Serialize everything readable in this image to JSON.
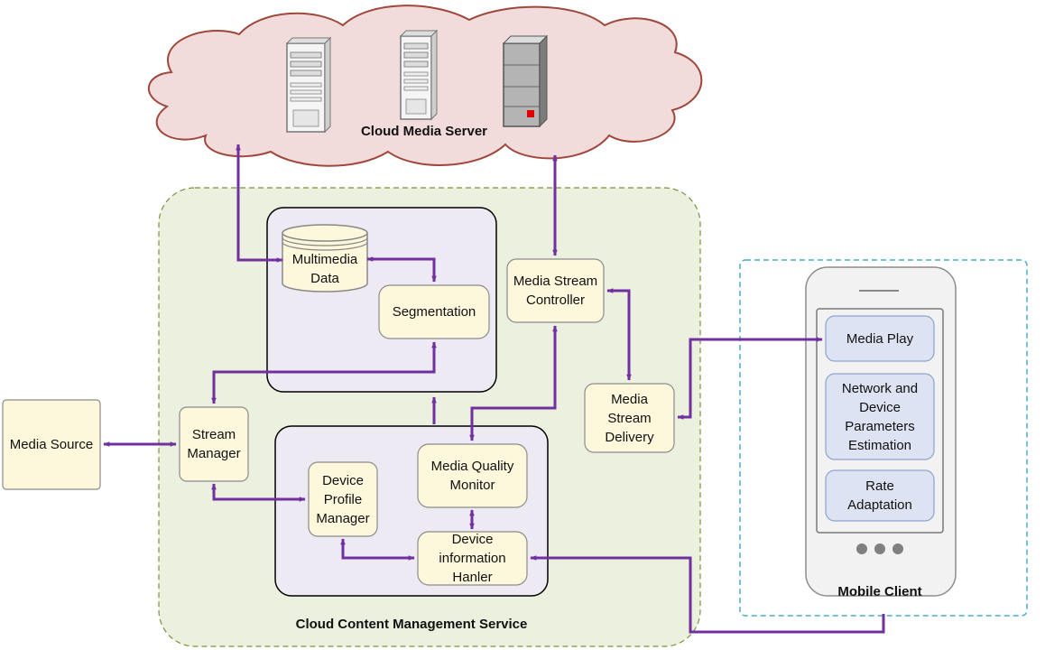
{
  "titles": {
    "cloud_server": "Cloud Media Server",
    "management_service": "Cloud Content Management Service",
    "mobile_client": "Mobile Client"
  },
  "nodes": {
    "media_source": "Media Source",
    "stream_manager": "Stream\nManager",
    "multimedia_data": "Multimedia\nData",
    "segmentation": "Segmentation",
    "media_stream_controller": "Media Stream\nController",
    "media_stream_delivery": "Media\nStream\nDelivery",
    "media_quality_monitor": "Media Quality\nMonitor",
    "device_profile_manager": "Device\nProfile\nManager",
    "device_information_handler": "Device\ninformation\nHanler",
    "media_play": "Media Play",
    "network_estimation": "Network and\nDevice\nParameters\nEstimation",
    "rate_adaptation": "Rate\nAdaptation"
  },
  "colors": {
    "arrow": "#7030a0",
    "cloud_fill": "#f2dcdb",
    "cloud_stroke": "#a0473d",
    "service_fill": "#ebf1de",
    "service_stroke": "#77933c",
    "node_fill": "#fdf7dc",
    "node_stroke": "#8c8c8c",
    "subsystem_fill": "#eeeaf4",
    "client_border": "#4bacc6",
    "phone_item_fill": "#dde3f2",
    "phone_item_stroke": "#8ea3cf"
  },
  "icons": [
    "server-tower-icon",
    "server-tower-icon",
    "server-rack-icon",
    "database-icon",
    "smartphone-icon"
  ]
}
